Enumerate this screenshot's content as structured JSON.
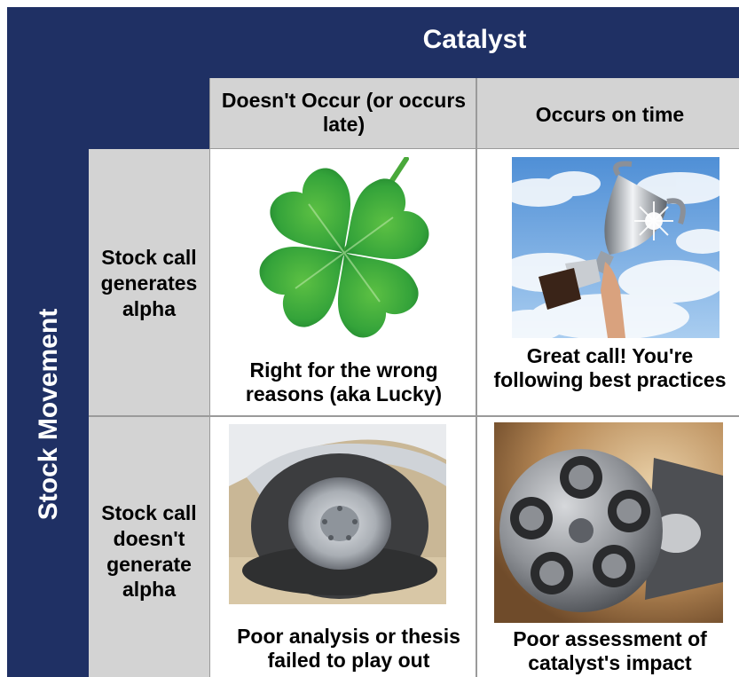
{
  "axis": {
    "columns_title": "Catalyst",
    "rows_title": "Stock Movement"
  },
  "columns": [
    {
      "label": "Doesn't Occur (or occurs late)"
    },
    {
      "label": "Occurs on time"
    }
  ],
  "rows": [
    {
      "label": "Stock call generates alpha"
    },
    {
      "label": "Stock call doesn't generate alpha"
    }
  ],
  "cells": {
    "alpha_not_occur": {
      "caption": "Right for the wrong reasons (aka Lucky)",
      "image": "four-leaf-clover-icon"
    },
    "alpha_on_time": {
      "caption": "Great call!  You're following best practices",
      "image": "trophy-icon"
    },
    "no_alpha_not_occur": {
      "caption": "Poor analysis or thesis failed to play out",
      "image": "flat-tire-icon"
    },
    "no_alpha_on_time": {
      "caption": "Poor assessment of catalyst's impact",
      "image": "revolver-cylinder-icon"
    }
  },
  "colors": {
    "header_navy": "#1f3064",
    "header_gray": "#d3d3d3"
  }
}
